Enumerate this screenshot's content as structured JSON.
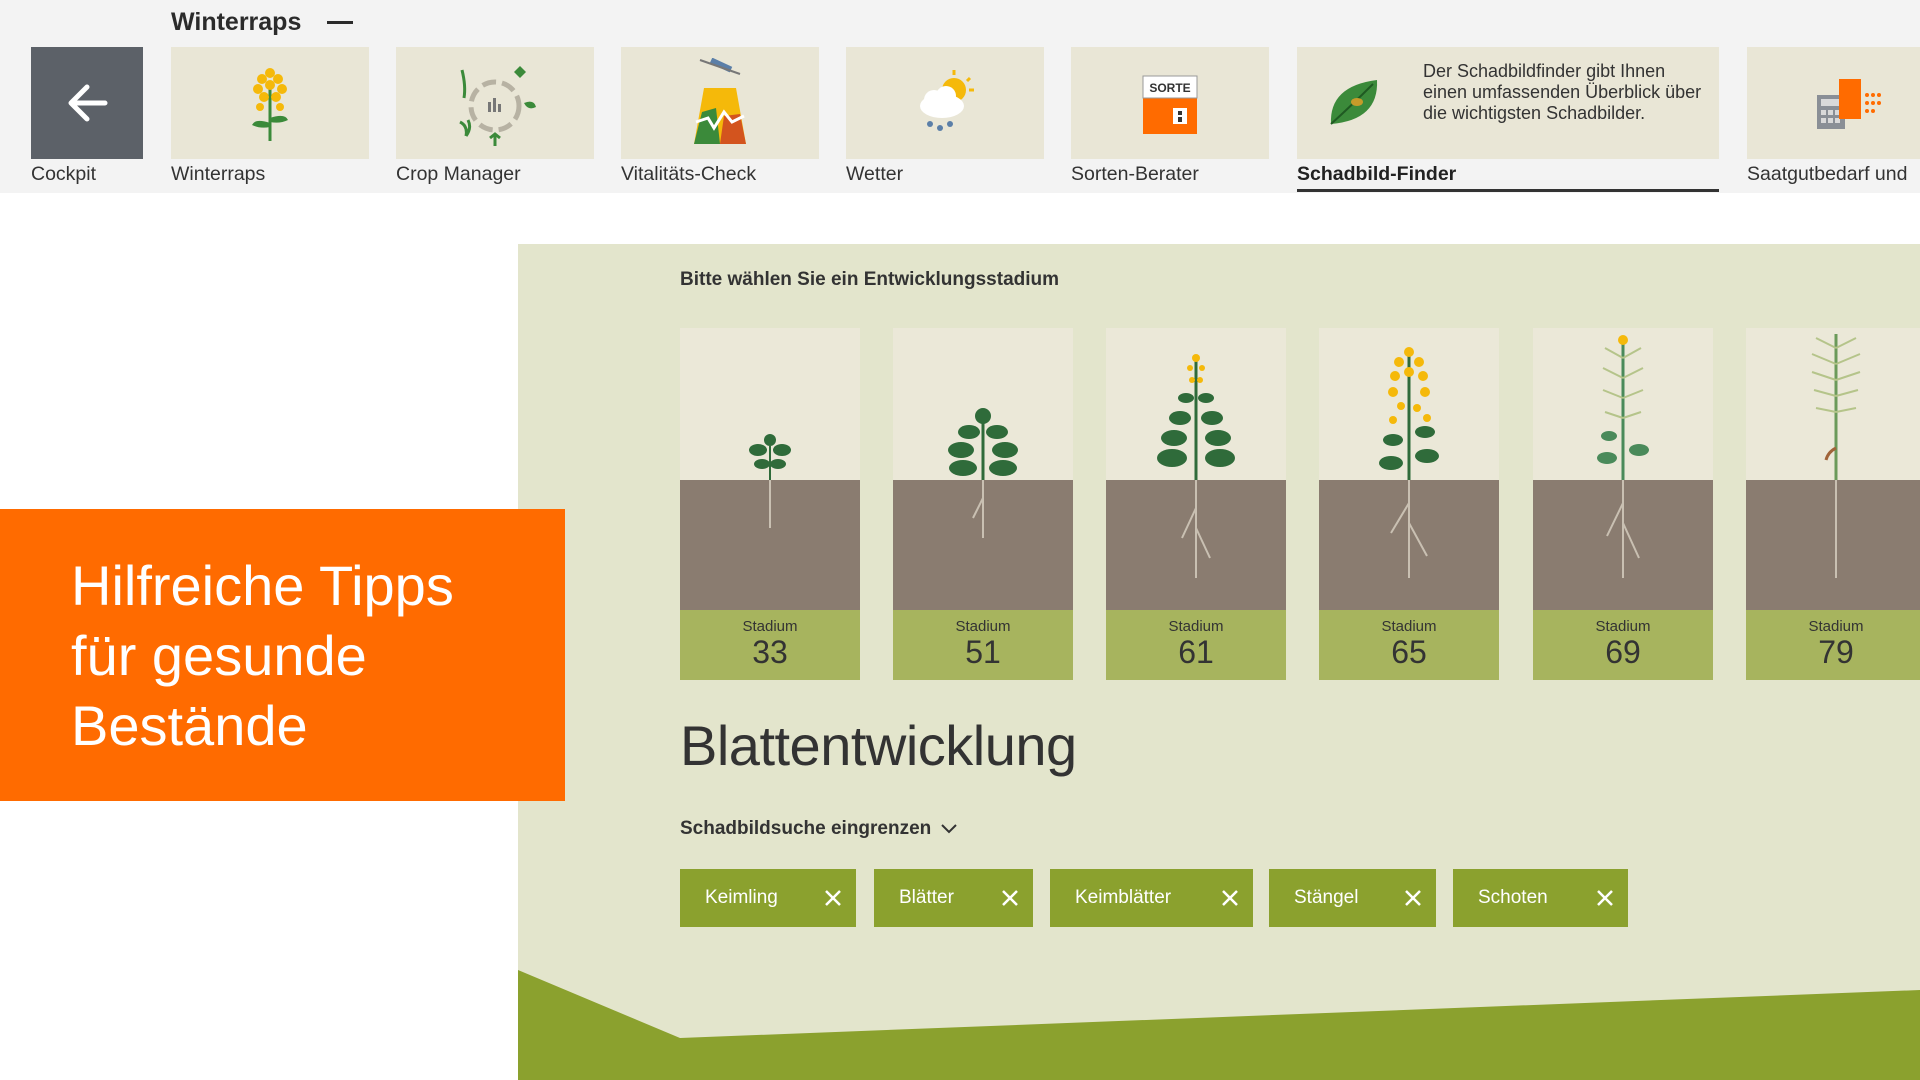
{
  "nav": {
    "crop_title": "Winterraps",
    "back_label": "Cockpit",
    "tiles": [
      {
        "label": "Winterraps"
      },
      {
        "label": "Crop Manager"
      },
      {
        "label": "Vitalitäts-Check"
      },
      {
        "label": "Wetter"
      },
      {
        "label": "Sorten-Berater"
      },
      {
        "label": "Schadbild-Finder"
      },
      {
        "label": "Saatgutbedarf und"
      }
    ],
    "sorte_badge": "SORTE",
    "active_tile": "Schadbild-Finder",
    "promo_text": "Der Schadbildfinder gibt Ihnen einen umfassenden Überblick über die wichtigsten Schadbilder."
  },
  "promo": {
    "line1": "Hilfreiche Tipps",
    "line2": "für gesunde",
    "line3": "Bestände"
  },
  "panel": {
    "stage_prompt": "Bitte wählen Sie ein Entwicklungsstadium",
    "stage_word": "Stadium",
    "stages": [
      {
        "number": "33"
      },
      {
        "number": "51"
      },
      {
        "number": "61"
      },
      {
        "number": "65"
      },
      {
        "number": "69"
      },
      {
        "number": "79"
      }
    ],
    "section_title": "Blattentwicklung",
    "filter_label": "Schadbildsuche eingrenzen",
    "chips": [
      {
        "label": "Keimling"
      },
      {
        "label": "Blätter"
      },
      {
        "label": "Keimblätter"
      },
      {
        "label": "Stängel"
      },
      {
        "label": "Schoten"
      }
    ]
  },
  "colors": {
    "accent_orange": "#ff6b00",
    "chip_green": "#8ba12e",
    "panel_bg": "#e3e5cc",
    "stage_label_bg": "#a7b45e"
  }
}
